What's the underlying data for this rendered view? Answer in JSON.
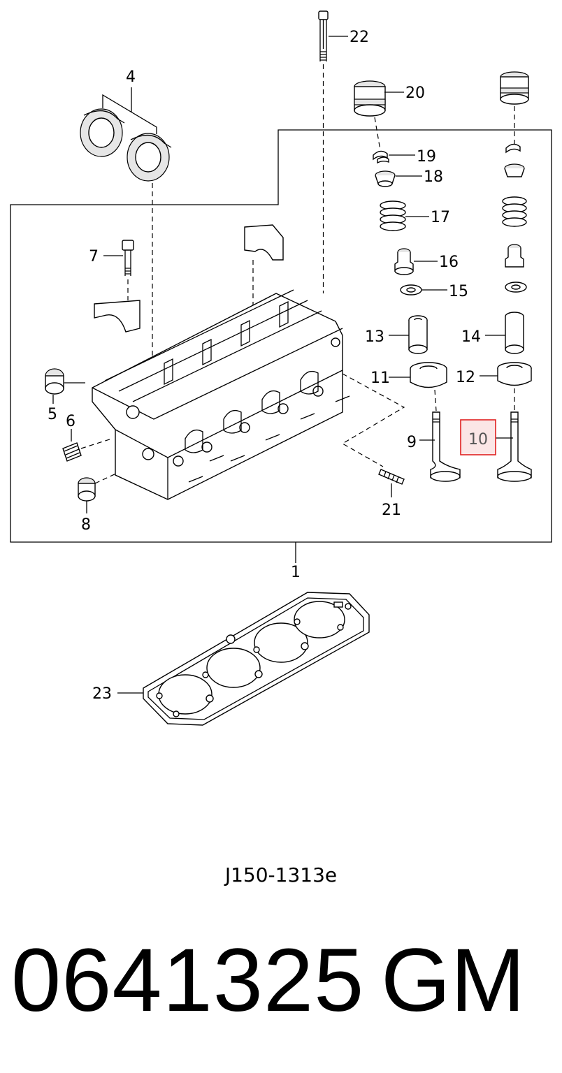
{
  "callouts": {
    "c1": "1",
    "c4": "4",
    "c5": "5",
    "c6": "6",
    "c7": "7",
    "c8": "8",
    "c9": "9",
    "c10": "10",
    "c11": "11",
    "c12": "12",
    "c13": "13",
    "c14": "14",
    "c15": "15",
    "c16": "16",
    "c17": "17",
    "c18": "18",
    "c19": "19",
    "c20": "20",
    "c21": "21",
    "c22": "22",
    "c23": "23"
  },
  "highlight_callout": "10",
  "highlight_color": "#e02020",
  "figure_code": "J150-1313e",
  "part_number": "0641325",
  "brand": "GM"
}
